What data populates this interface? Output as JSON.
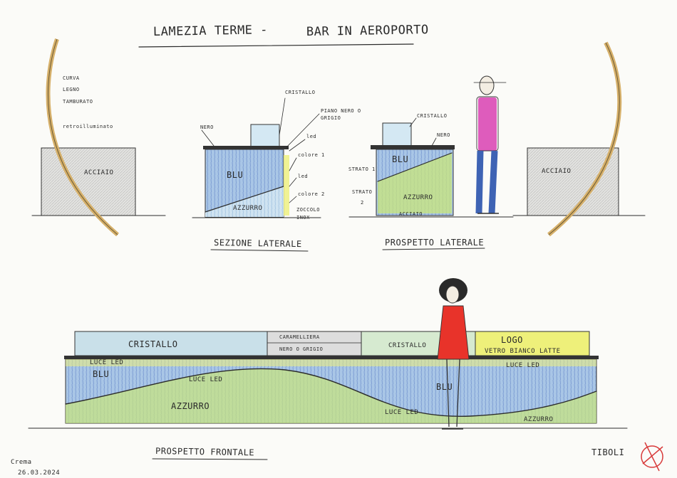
{
  "title": {
    "left": "LAMEZIA TERME -",
    "right": "BAR IN AEROPORTO"
  },
  "left_panel": {
    "label_cube": "ACCIAIO",
    "curve_notes": [
      "CURVA",
      "LEGNO",
      "TAMBURATO"
    ],
    "extra_note": "retroilluminato"
  },
  "sezione": {
    "title": "SEZIONE LATERALE",
    "cristallo": "CRISTALLO",
    "piano": [
      "PIANO NERO O",
      "GRIGIO"
    ],
    "nero": "NERO",
    "led1": "led",
    "colore1": "colore 1",
    "led2": "led",
    "colore2": "colore 2",
    "zoccolo": [
      "ZOCCOLO",
      "INOX"
    ],
    "blu": "BLU",
    "azzurro": "AZZURRO"
  },
  "prospetto_laterale": {
    "title": "PROSPETTO LATERALE",
    "cristallo": "CRISTALLO",
    "nero": "NERO",
    "strato1": "STRATO 1",
    "strato2": [
      "STRATO",
      "2"
    ],
    "blu": "BLU",
    "azzurro": "AZZURRO",
    "acciaio": "ACCIAIO"
  },
  "right_panel": {
    "label_cube": "ACCIAIO"
  },
  "frontale": {
    "title": "PROSPETTO FRONTALE",
    "cristallo": "CRISTALLO",
    "caramelliera": "CARAMELLIERA",
    "nero_grigio": "NERO O GRIGIO",
    "cristallo2": "CRISTALLO",
    "logo": "LOGO",
    "logo_sub": "VETRO BIANCO LATTE",
    "luce_led_1": "LUCE LED",
    "luce_led_2": "LUCE LED",
    "luce_led_3": "LUCE LED",
    "luce_led_bottom": "LUCE LED",
    "blu_left": "BLU",
    "blu_right": "BLU",
    "azzurro_mid": "AZZURRO",
    "azzurro_right": "AZZURRO"
  },
  "footer": {
    "place": "Crema",
    "date": "26.03.2024",
    "signature": "TIBOLI"
  },
  "colors": {
    "blue": "#8fb3de",
    "light_blue": "#b5d3ec",
    "green_yellow": "#c9e57a",
    "yellow": "#eef07a",
    "wood": "#e6c98a",
    "red": "#e8332a",
    "magenta": "#d83fb1",
    "jeans": "#3e63b4"
  }
}
